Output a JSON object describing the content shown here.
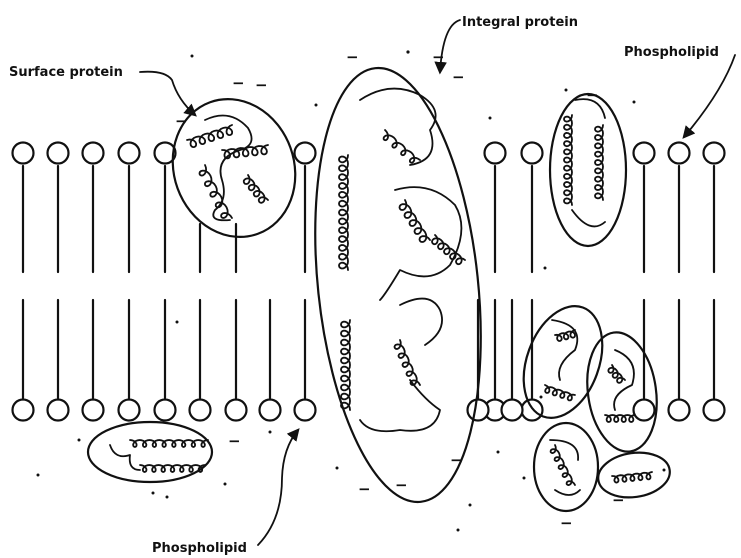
{
  "labels": {
    "integral_protein": "Integral protein",
    "surface_protein": "Surface protein",
    "phospholipid_top": "Phospholipid",
    "phospholipid_bottom": "Phospholipid"
  }
}
